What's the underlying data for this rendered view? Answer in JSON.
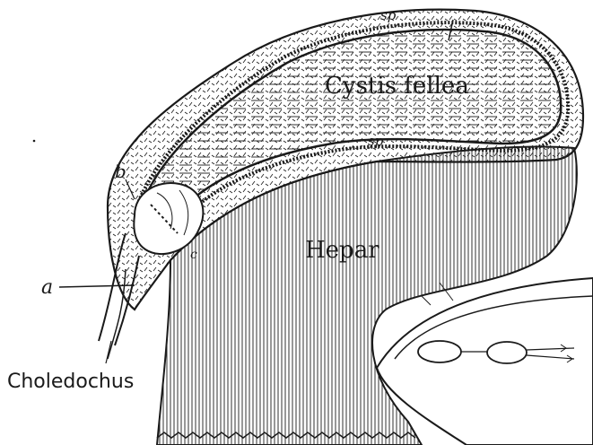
{
  "figure": {
    "labels": {
      "cystis_fellea": "Cystis fellea",
      "hepar": "Hepar",
      "choledochus": "Choledochus",
      "a": "a",
      "b": "b",
      "sp_top": "sp",
      "sp_bottom": "sp",
      "c": "c"
    },
    "colors": {
      "ink": "#1a1a1a",
      "paper": "#ffffff"
    }
  }
}
